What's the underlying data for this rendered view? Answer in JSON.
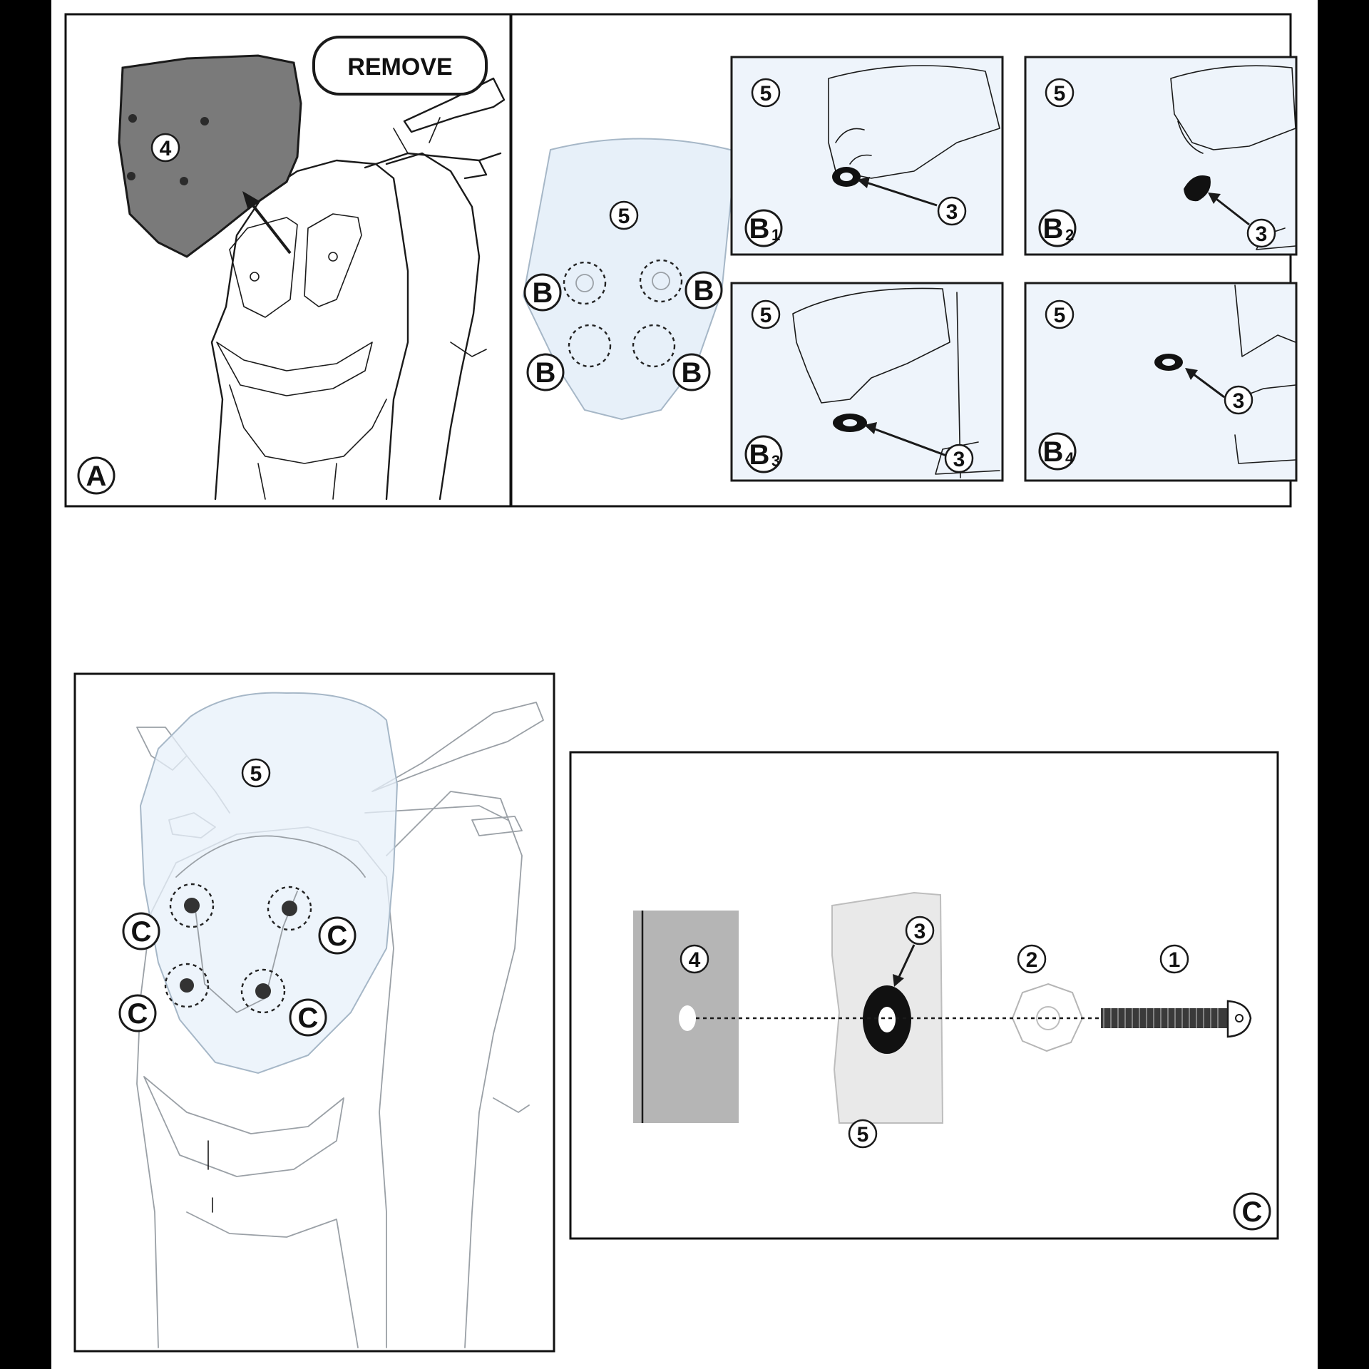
{
  "remove_label": "REMOVE",
  "callouts": {
    "a": "A",
    "b": "B",
    "c": "C",
    "b1": "B",
    "b1_sub": "1",
    "b2": "B",
    "b2_sub": "2",
    "b3": "B",
    "b3_sub": "3",
    "b4": "B",
    "b4_sub": "4"
  },
  "parts": {
    "bolt": "1",
    "washer": "2",
    "grommet": "3",
    "old_screen": "4",
    "new_screen": "5"
  },
  "colors": {
    "ink": "#1a1a1a",
    "old_screen": "#7a7a7a",
    "bracket": "#b5b5b5",
    "new_screen_tint": "#e7f0f9",
    "panel_tint": "#eef4fb"
  }
}
